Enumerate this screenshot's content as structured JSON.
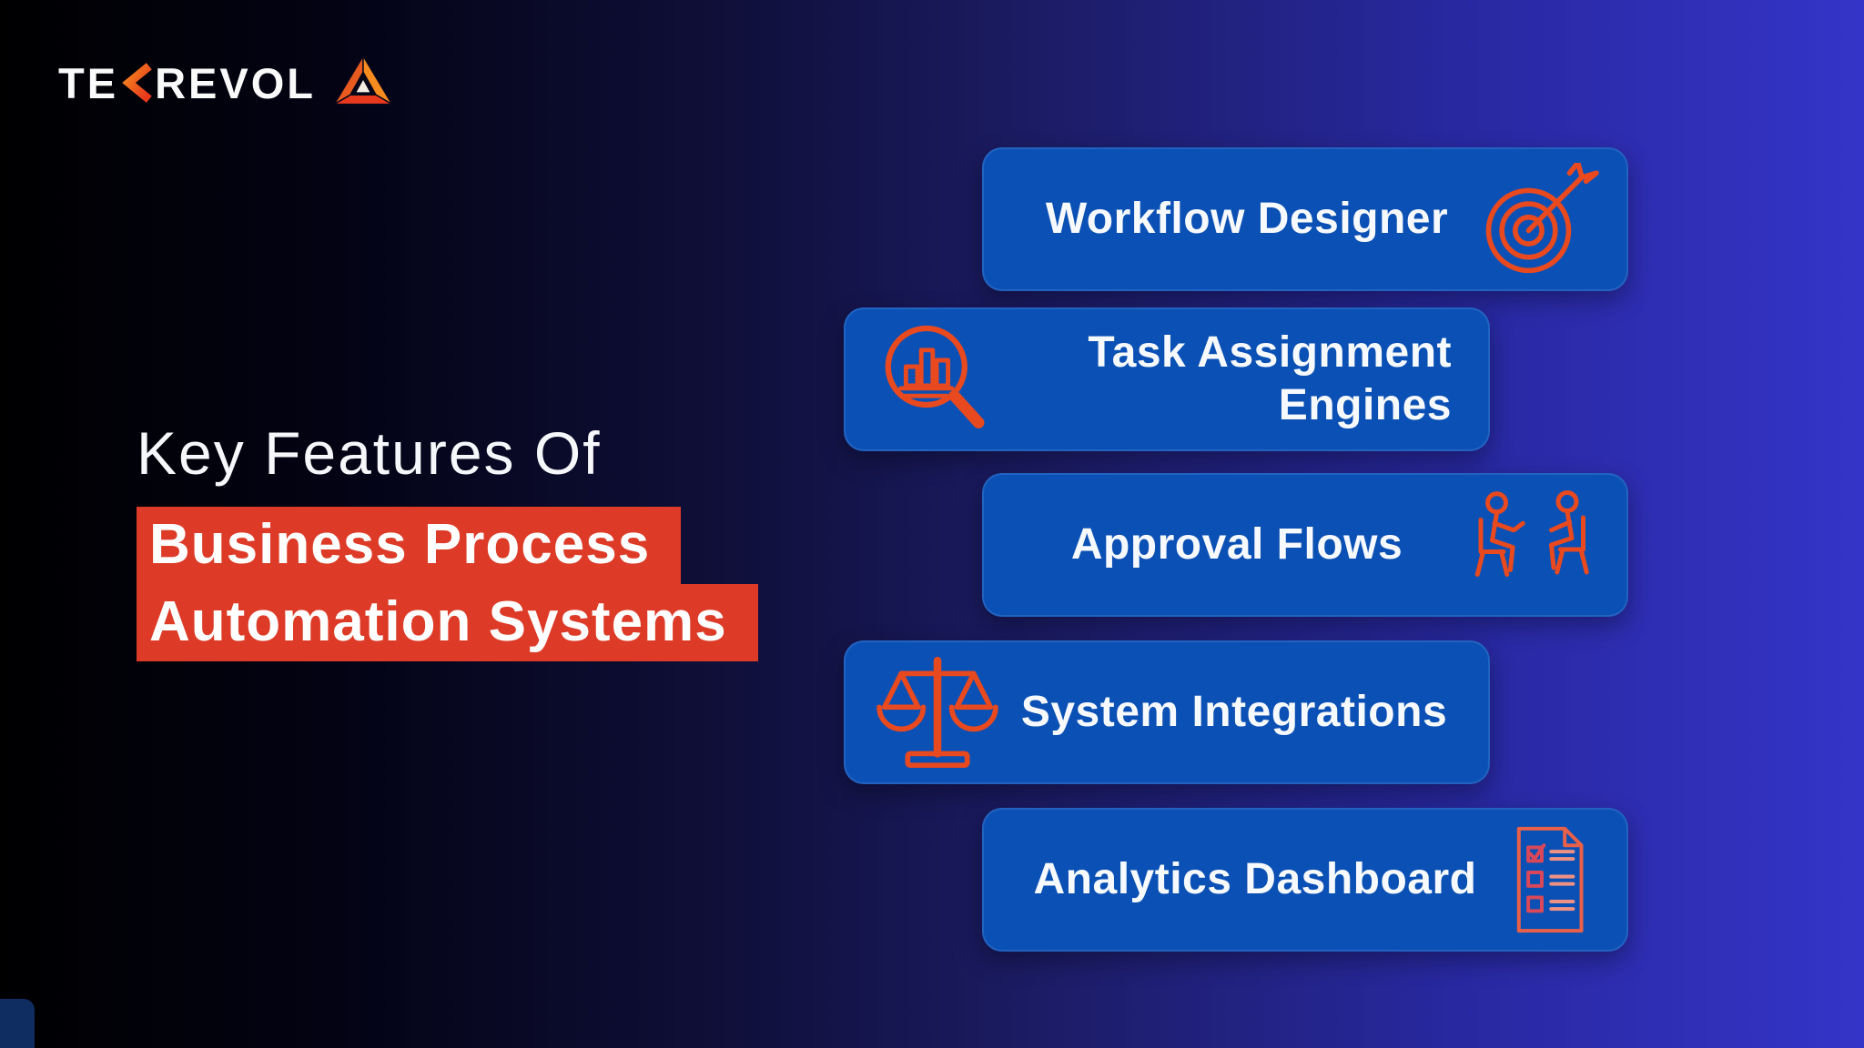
{
  "brand": {
    "name": "TEKREVOL",
    "text_prefix": "TE",
    "text_suffix": "REVOL",
    "logo_mark": "triangle-logo",
    "chevron_color": "#f26522"
  },
  "headline": {
    "line1": "Key Features Of",
    "highlight_line1": "Business Process",
    "highlight_line2": "Automation Systems",
    "highlight_color": "#dd3b27",
    "text_color": "#ffffff"
  },
  "cards": [
    {
      "label": "Workflow Designer",
      "icon": "target-arrow-icon",
      "icon_side": "right"
    },
    {
      "label": "Task Assignment Engines",
      "icon": "magnifier-bar-chart-icon",
      "icon_side": "left"
    },
    {
      "label": "Approval Flows",
      "icon": "meeting-people-icon",
      "icon_side": "right"
    },
    {
      "label": "System Integrations",
      "icon": "balance-scale-icon",
      "icon_side": "left"
    },
    {
      "label": "Analytics Dashboard",
      "icon": "checklist-document-icon",
      "icon_side": "right"
    }
  ],
  "colors": {
    "background_left": "#000001",
    "background_right": "#3434c8",
    "card_blue": "#0b50b4",
    "icon_orange": "#e8491f",
    "label_white": "#f6f9fd"
  }
}
